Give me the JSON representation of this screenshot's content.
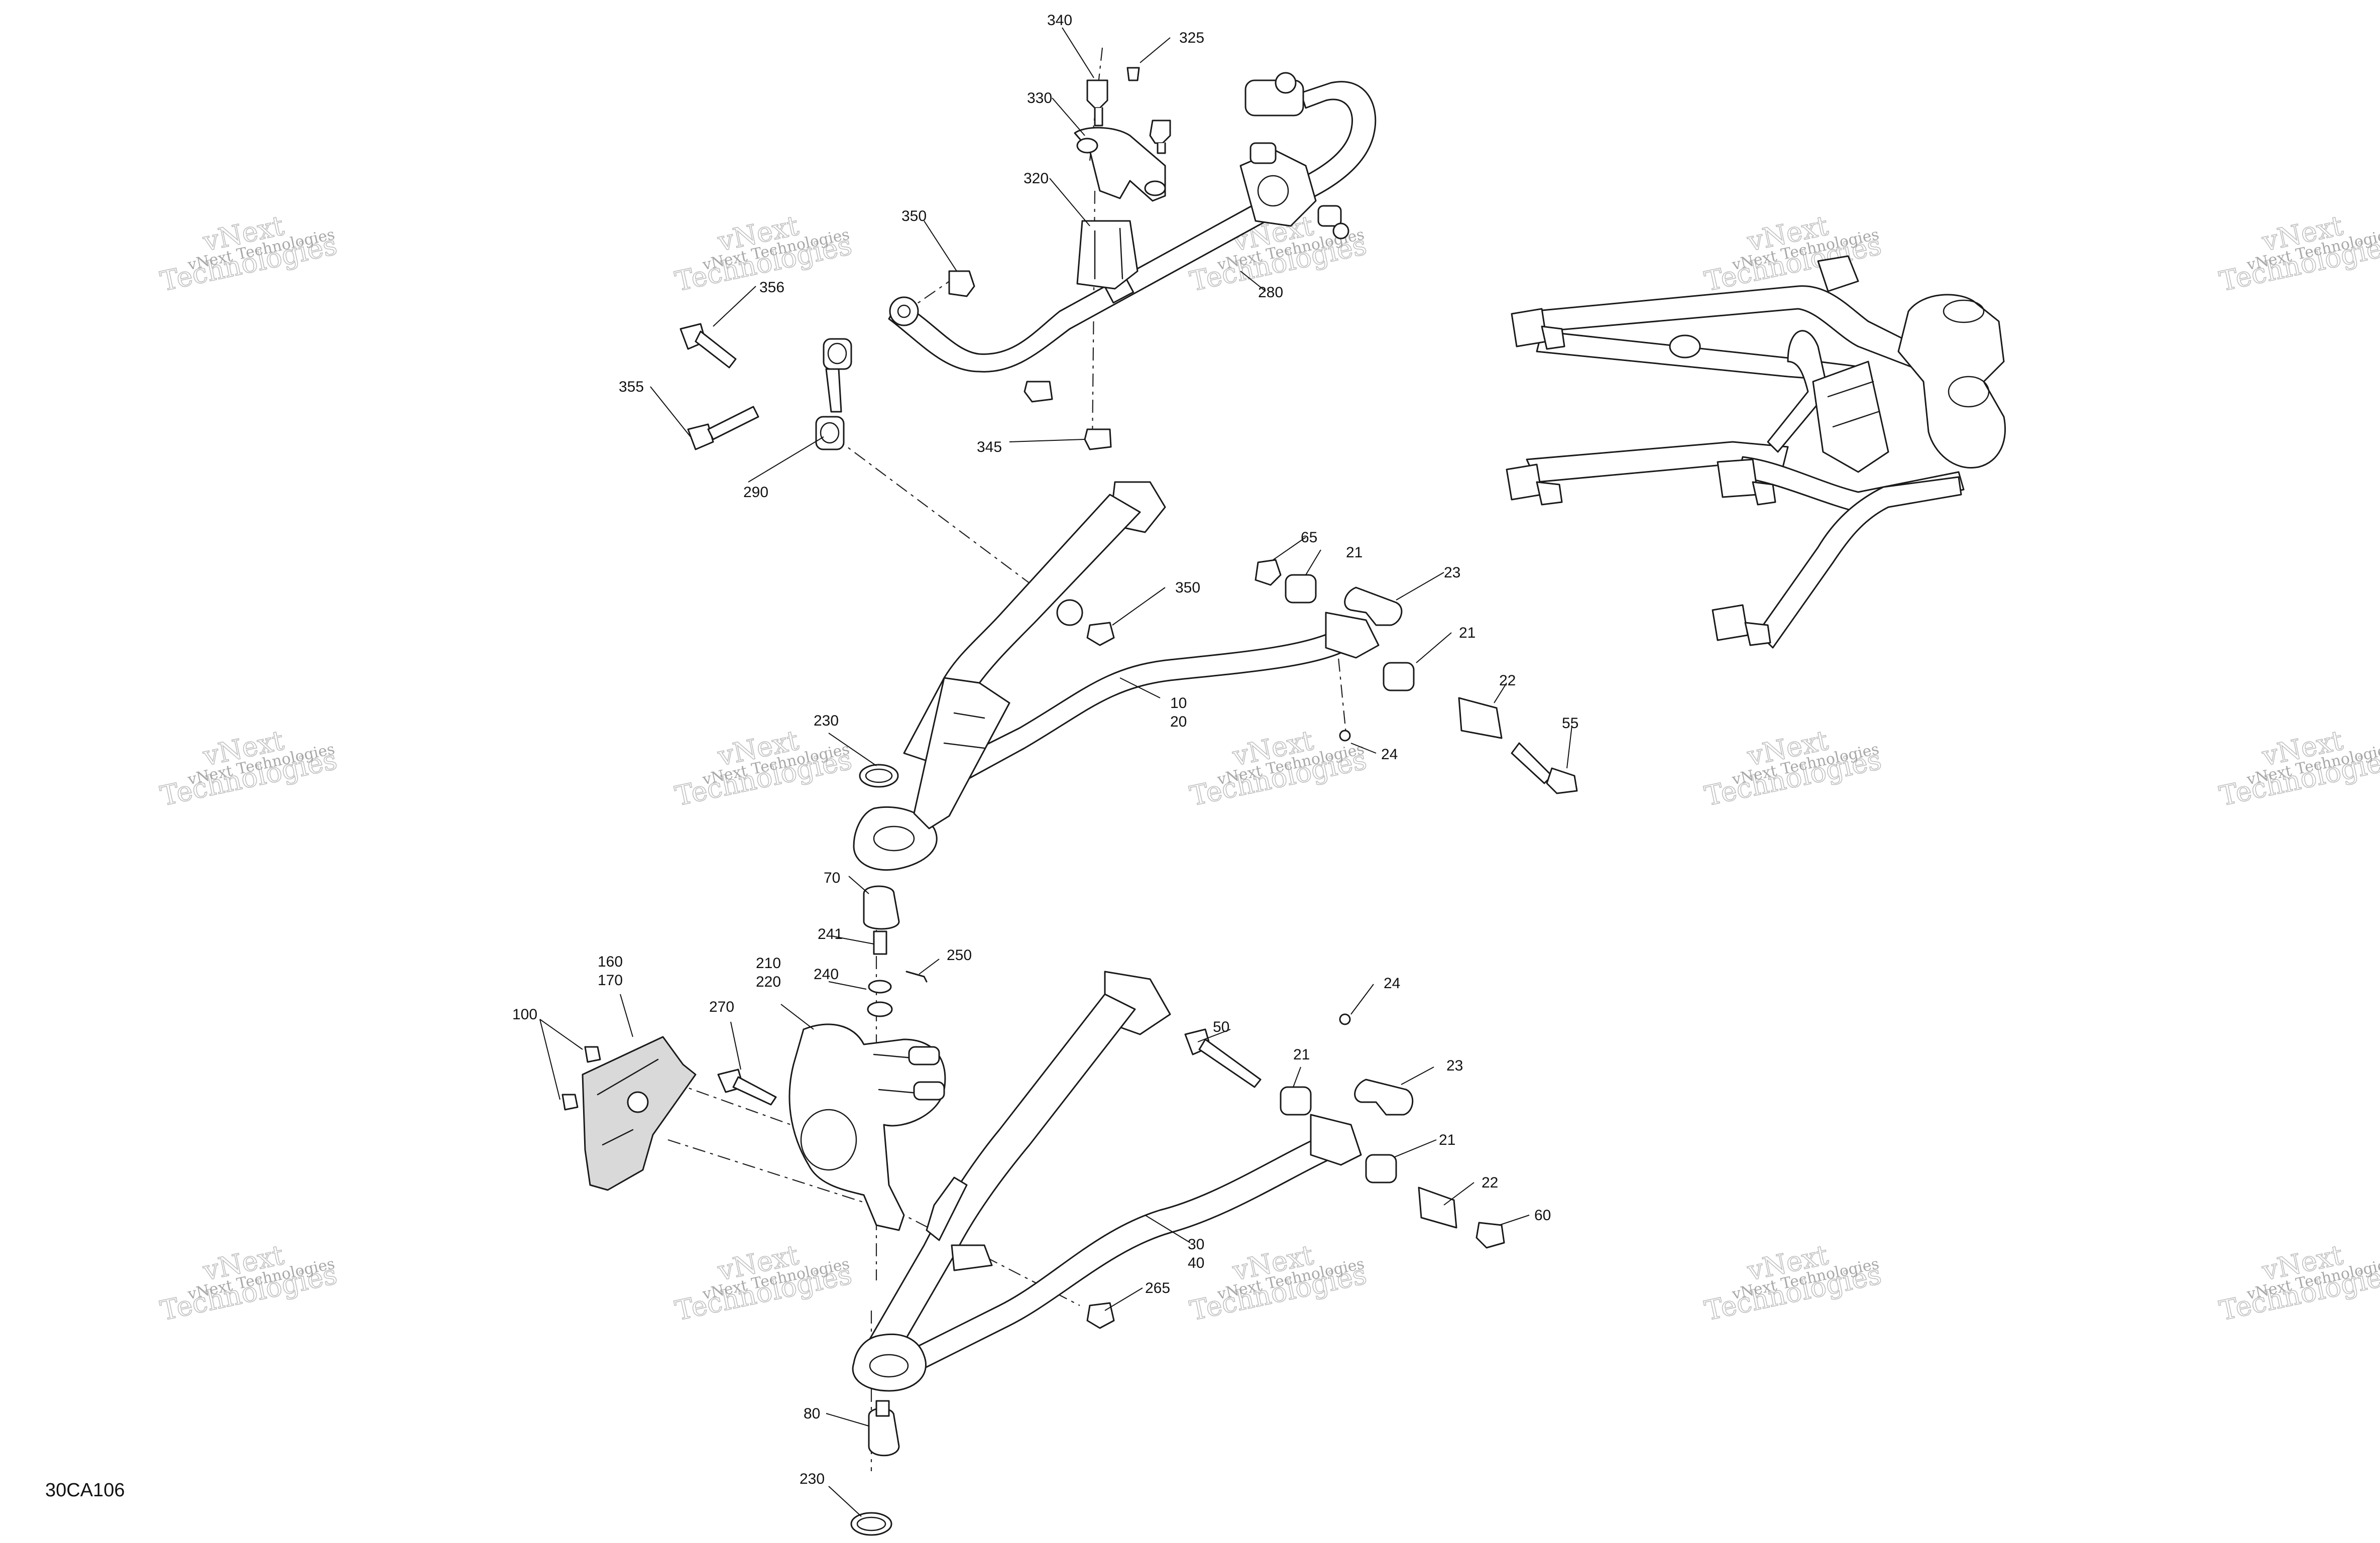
{
  "diagram": {
    "code": "30CA106",
    "watermark": {
      "line1": "vNext Technologies",
      "line2": "Technologies",
      "top": "vNext"
    },
    "callouts": {
      "c340": "340",
      "c325": "325",
      "c330": "330",
      "c320": "320",
      "c350a": "350",
      "c356": "356",
      "c355": "355",
      "c290": "290",
      "c345": "345",
      "c280": "280",
      "c65": "65",
      "c21a": "21",
      "c23a": "23",
      "c21b": "21",
      "c350b": "350",
      "c22a": "22",
      "c10": "10",
      "c20": "20",
      "c55": "55",
      "c24a": "24",
      "c230a": "230",
      "c70": "70",
      "c241": "241",
      "c250": "250",
      "c240": "240",
      "c160": "160",
      "c170": "170",
      "c210": "210",
      "c220": "220",
      "c100": "100",
      "c270": "270",
      "c24b": "24",
      "c50": "50",
      "c21c": "21",
      "c23b": "23",
      "c21d": "21",
      "c22b": "22",
      "c60": "60",
      "c30": "30",
      "c40": "40",
      "c265": "265",
      "c80": "80",
      "c230b": "230"
    }
  }
}
